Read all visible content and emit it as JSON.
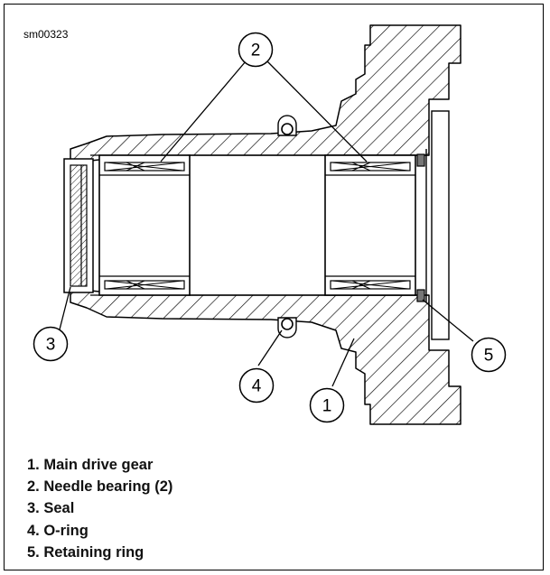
{
  "figure_id": "sm00323",
  "callouts": [
    "1",
    "2",
    "3",
    "4",
    "5"
  ],
  "legend": [
    "1. Main drive gear",
    "2. Needle bearing (2)",
    "3. Seal",
    "4. O-ring",
    "5. Retaining ring"
  ],
  "colors": {
    "line": "#000000",
    "background": "#ffffff",
    "bearing_fill": "#ffffff"
  }
}
